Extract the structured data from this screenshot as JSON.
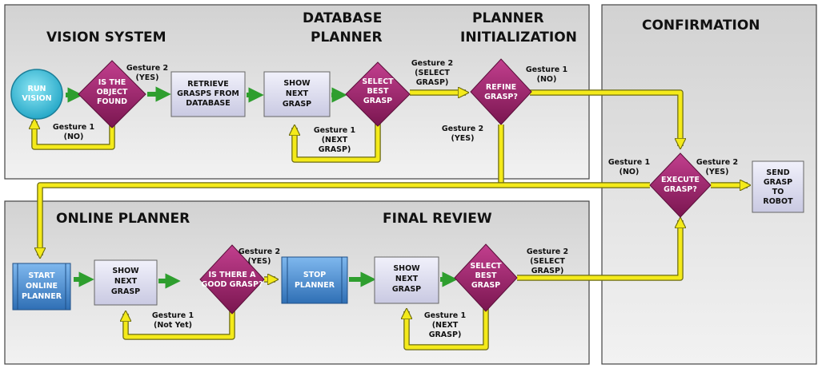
{
  "sections": {
    "vision_system": "VISION SYSTEM",
    "database_planner": [
      "DATABASE",
      "PLANNER"
    ],
    "planner_initialization": [
      "PLANNER",
      "INITIALIZATION"
    ],
    "confirmation": "CONFIRMATION",
    "online_planner": "ONLINE PLANNER",
    "final_review": "FINAL REVIEW"
  },
  "nodes": {
    "run_vision": [
      "RUN",
      "VISION"
    ],
    "object_found": [
      "IS THE",
      "OBJECT",
      "FOUND"
    ],
    "retrieve_grasps": [
      "RETRIEVE",
      "GRASPS FROM",
      "DATABASE"
    ],
    "show_next_grasp_db": [
      "SHOW",
      "NEXT",
      "GRASP"
    ],
    "select_best_grasp_db": [
      "SELECT",
      "BEST",
      "GRASP"
    ],
    "refine_grasp": [
      "REFINE",
      "GRASP?"
    ],
    "execute_grasp": [
      "EXECUTE",
      "GRASP?"
    ],
    "send_grasp": [
      "SEND",
      "GRASP",
      "TO",
      "ROBOT"
    ],
    "start_online_planner": [
      "START",
      "ONLINE",
      "PLANNER"
    ],
    "show_next_grasp_online": [
      "SHOW",
      "NEXT",
      "GRASP"
    ],
    "good_grasp": [
      "IS THERE A",
      "GOOD GRASP?"
    ],
    "stop_planner": [
      "STOP",
      "PLANNER"
    ],
    "show_next_grasp_final": [
      "SHOW",
      "NEXT",
      "GRASP"
    ],
    "select_best_grasp_final": [
      "SELECT",
      "BEST",
      "GRASP"
    ]
  },
  "edge_labels": {
    "vision_yes": [
      "Gesture 2",
      "(YES)"
    ],
    "vision_no": [
      "Gesture 1",
      "(NO)"
    ],
    "db_next": [
      "Gesture 1",
      "(NEXT",
      "GRASP)"
    ],
    "db_select": [
      "Gesture 2",
      "(SELECT",
      "GRASP)"
    ],
    "refine_no": [
      "Gesture 1",
      "(NO)"
    ],
    "refine_yes": [
      "Gesture 2",
      "(YES)"
    ],
    "execute_no": [
      "Gesture 1",
      "(NO)"
    ],
    "execute_yes": [
      "Gesture 2",
      "(YES)"
    ],
    "online_yes": [
      "Gesture 2",
      "(YES)"
    ],
    "online_notyet": [
      "Gesture 1",
      "(Not Yet)"
    ],
    "final_select": [
      "Gesture 2",
      "(SELECT",
      "GRASP)"
    ],
    "final_next": [
      "Gesture 1",
      "(NEXT",
      "GRASP)"
    ]
  },
  "colors": {
    "diamond": "#a0266f",
    "box_light": "#dcdcf0",
    "box_blue": "#4a8fd4",
    "circle": "#3bc6e0",
    "arrow_green": "#2e9e2e",
    "loop_yellow": "#f4ea1a"
  }
}
